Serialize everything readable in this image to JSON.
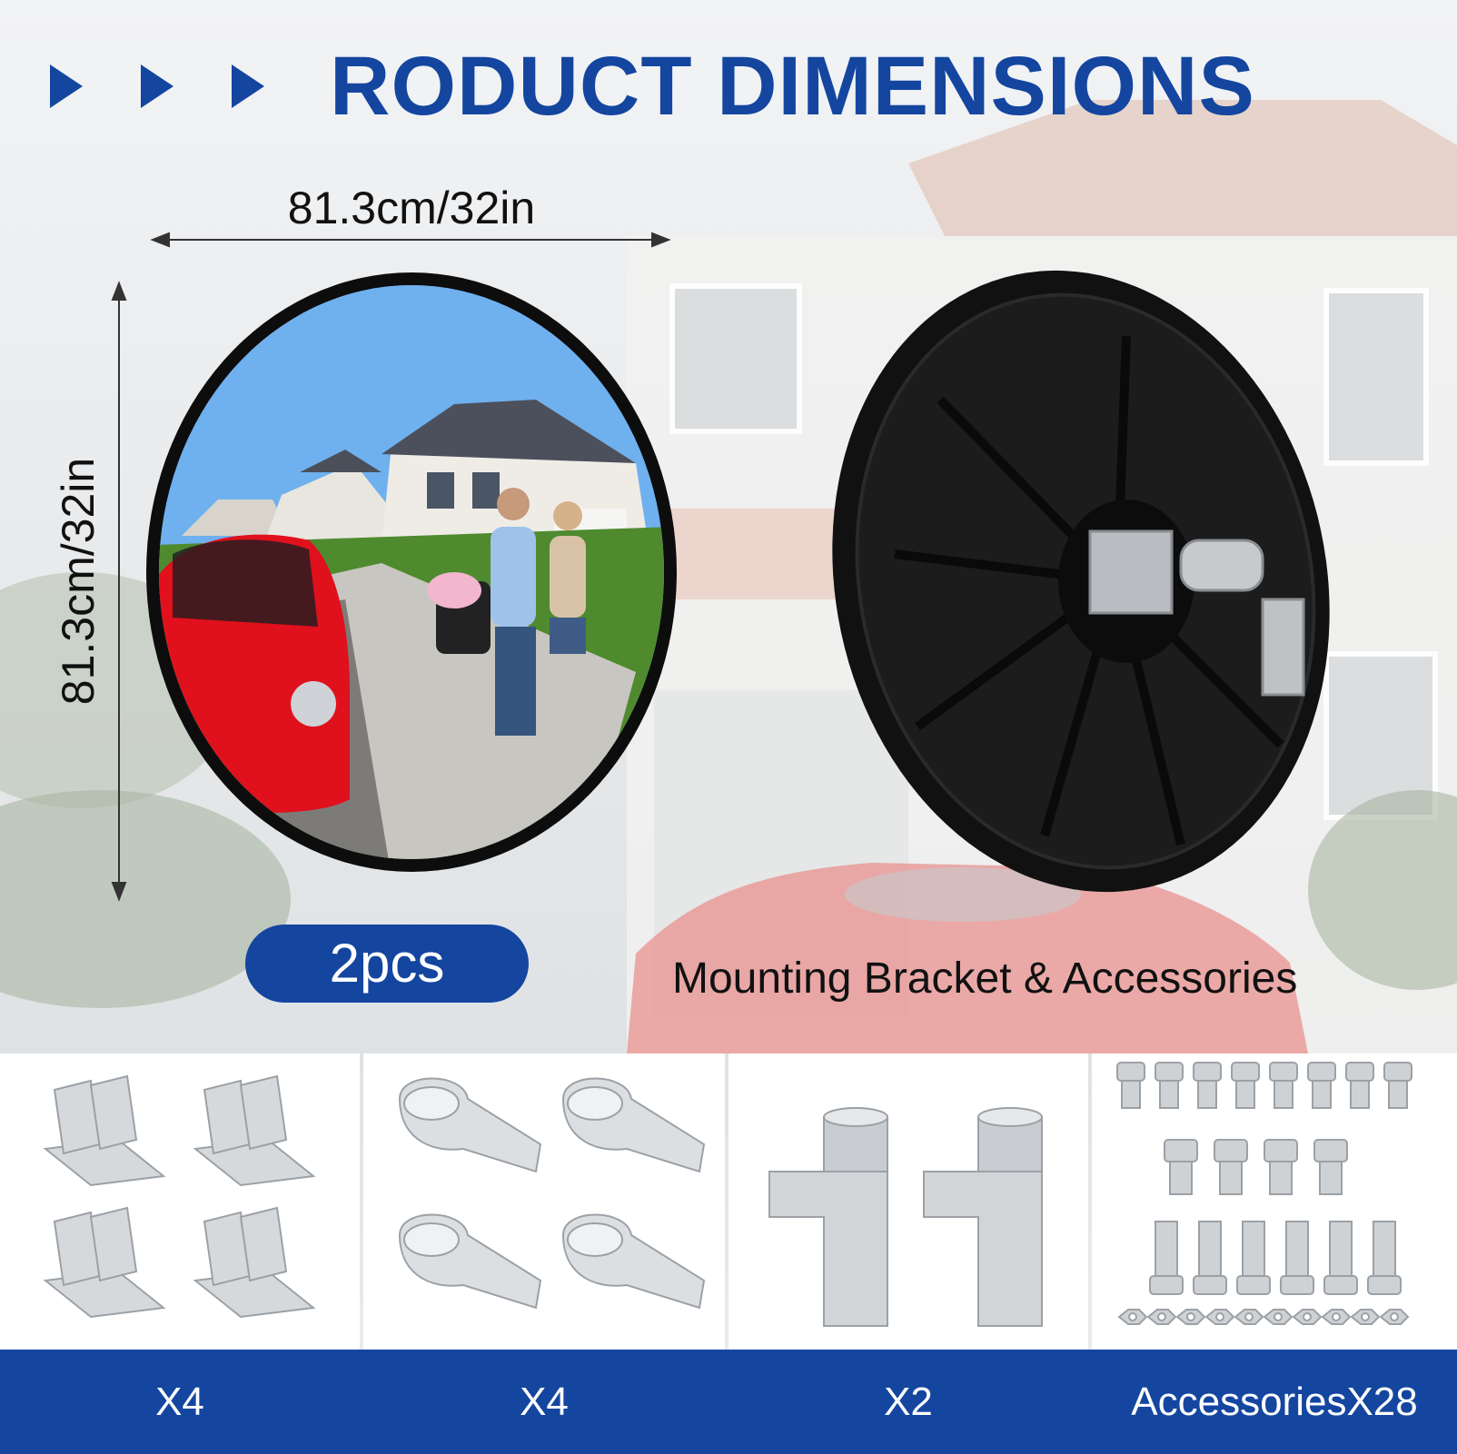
{
  "header": {
    "title": "RODUCT DIMENSIONS"
  },
  "dimensions": {
    "width_label": "81.3cm/32in",
    "height_label": "81.3cm/32in"
  },
  "quantity_badge": "2pcs",
  "caption": "Mounting Bracket & Accessories",
  "parts": [
    {
      "label": "X4",
      "icon": "angle-bracket-set"
    },
    {
      "label": "X4",
      "icon": "pipe-clamp-set"
    },
    {
      "label": "X2",
      "icon": "tube-mount-bracket"
    },
    {
      "label": "AccessoriesX28",
      "icon": "bolts-and-nuts"
    }
  ],
  "colors": {
    "brand": "#1446a0",
    "mirror_frame": "#111111"
  }
}
